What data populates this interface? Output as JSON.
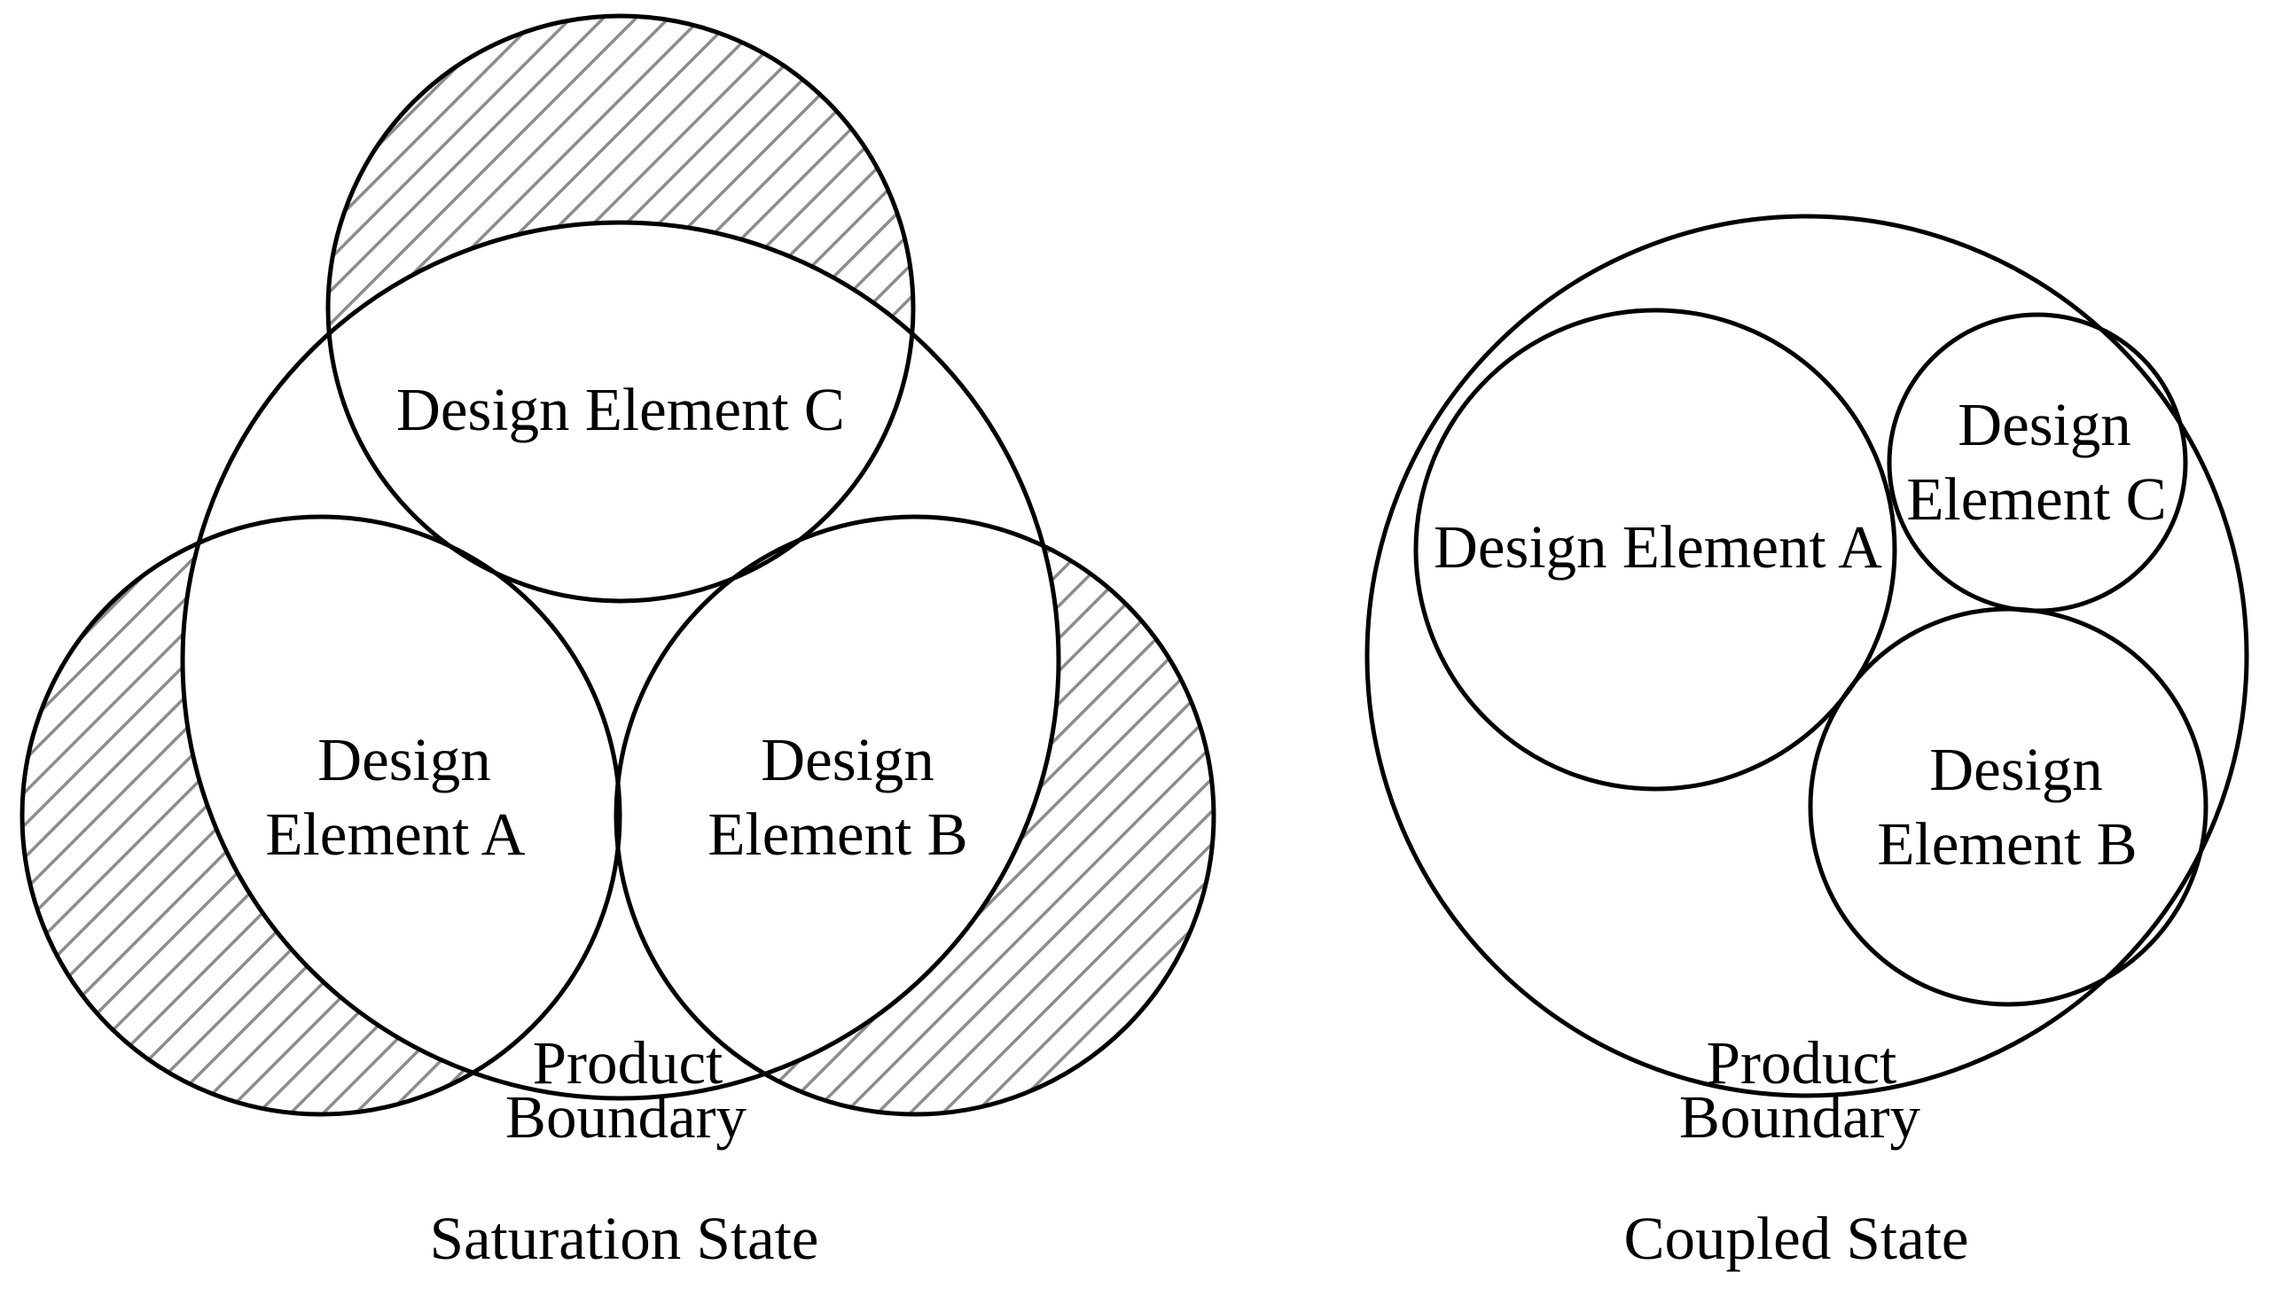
{
  "colors": {
    "stroke": "#000000",
    "hatch": "#8c8c8c",
    "background": "#ffffff"
  },
  "saturation": {
    "caption": "Saturation State",
    "boundary_label": [
      "Product",
      "Boundary"
    ],
    "element_a": [
      "Design",
      "Element A"
    ],
    "element_b": [
      "Design",
      "Element B"
    ],
    "element_c": "Design Element C"
  },
  "coupled": {
    "caption": "Coupled State",
    "boundary_label": [
      "Product",
      "Boundary"
    ],
    "element_a": "Design Element A",
    "element_b": [
      "Design",
      "Element B"
    ],
    "element_c": [
      "Design",
      "Element C"
    ]
  }
}
